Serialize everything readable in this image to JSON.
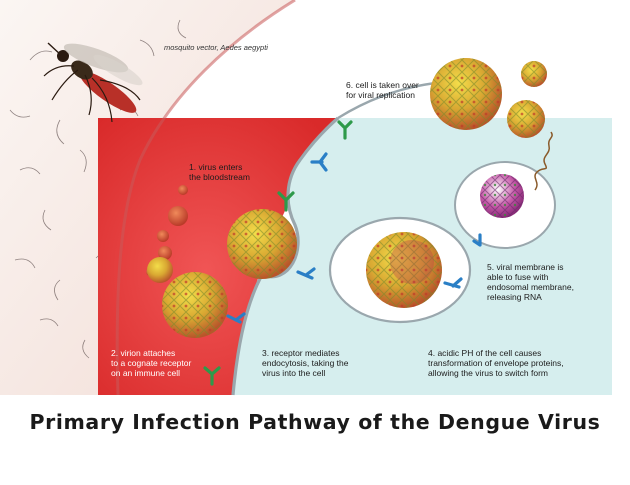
{
  "title": "Primary Infection Pathway of the Dengue Virus",
  "mosquito_label": "mosquito vector, Aedes aegypti",
  "steps": {
    "s1": [
      "1. virus enters",
      "the bloodstream"
    ],
    "s2": [
      "2. virion attaches",
      "to a cognate receptor",
      "on an immune cell"
    ],
    "s3": [
      "3. receptor mediates",
      "endocytosis, taking the",
      "virus into the cell"
    ],
    "s4": [
      "4. acidic PH of the cell causes",
      "transformation of envelope proteins,",
      "allowing the virus to switch form"
    ],
    "s5": [
      "5. viral membrane is",
      "able to fuse with",
      "endosomal membrane,",
      "releasing RNA"
    ],
    "s6": [
      "6. cell is taken over",
      "for viral replication"
    ]
  },
  "colors": {
    "blood": "#e63a3a",
    "cytoplasm": "#d6eeee",
    "membrane": "#9aa7ad",
    "skin": "#f7ece8",
    "receptor_green": "#2e9a4a",
    "receptor_blue": "#2a7fc6",
    "virus_yellow": "#e8c332",
    "virus_red": "#c8482c"
  },
  "icons": [
    "mosquito-icon",
    "virus-icon",
    "receptor-icon",
    "rna-strand-icon",
    "endosome-icon"
  ]
}
